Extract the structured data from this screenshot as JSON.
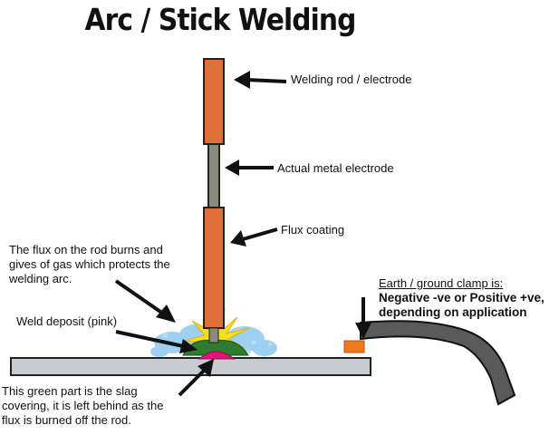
{
  "title": "Arc / Stick Welding",
  "labels": {
    "rod": "Welding rod / electrode",
    "metal": "Actual metal electrode",
    "flux": "Flux coating",
    "flux_burn": [
      "The flux on the rod burns and",
      "gives of gas which protects the",
      "welding arc."
    ],
    "weld": "Weld deposit (pink)",
    "slag": [
      "This green part is the slag",
      "covering, it is left behind as the",
      "flux is burned off the rod."
    ],
    "earth_title": "Earth / ground clamp is:",
    "earth_detail": [
      "Negative  -ve or Positive +ve,",
      "depending on application"
    ]
  },
  "colors": {
    "rod": "#e0703a",
    "core": "#8c8c7c",
    "plate": "#c8ccd0",
    "cable": "#5a5a5a",
    "weld": "#e2137a",
    "slag": "#2e7d2e",
    "spark": "#f0e020",
    "gas": "#8ec8f0"
  }
}
